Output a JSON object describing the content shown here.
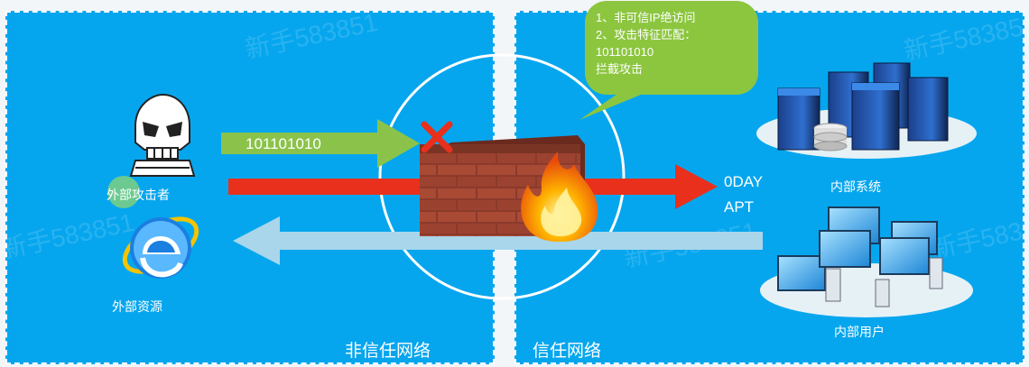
{
  "zones": {
    "untrusted_label": "非信任网络",
    "trusted_label": "信任网络"
  },
  "actors": {
    "attacker_label": "外部攻击者",
    "resource_label": "外部资源",
    "internal_system_label": "内部系统",
    "internal_user_label": "内部用户"
  },
  "flows": {
    "blocked_payload": "101101010",
    "threat_line1": "0DAY",
    "threat_line2": "APT"
  },
  "callout": {
    "line1": "1、非可信IP绝访问",
    "line2": "2、攻击特征匹配：",
    "line3": "101101010",
    "line4": "拦截攻击"
  },
  "watermark": "新手583851",
  "colors": {
    "background": "#06a6ee",
    "green_arrow": "#8bc34a",
    "red_arrow": "#e8301c",
    "blue_arrow": "#a9d6ea",
    "callout": "#8cc63f"
  },
  "icons": [
    "skull-icon",
    "internet-explorer-icon",
    "firewall-icon",
    "fire-icon",
    "block-x-icon",
    "server-cluster-icon",
    "computer-cluster-icon"
  ]
}
